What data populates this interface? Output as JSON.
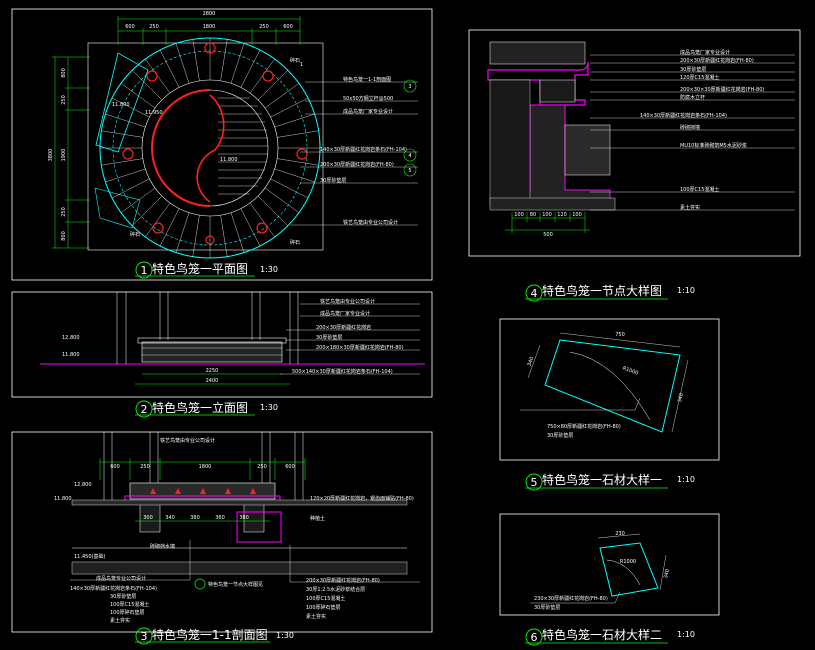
{
  "drawings": [
    {
      "num": "1",
      "title": "特色鸟笼一平面图",
      "scale": "1:30"
    },
    {
      "num": "2",
      "title": "特色鸟笼一立面图",
      "scale": "1:30"
    },
    {
      "num": "3",
      "title": "特色鸟笼一1-1剖面图",
      "scale": "1:30"
    },
    {
      "num": "4",
      "title": "特色鸟笼一节点大样图",
      "scale": "1:10"
    },
    {
      "num": "5",
      "title": "特色鸟笼一石材大样一",
      "scale": "1:10"
    },
    {
      "num": "6",
      "title": "特色鸟笼一石材大样二",
      "scale": "1:10"
    }
  ],
  "plan": {
    "dims_top": [
      "2800",
      "600",
      "250",
      "1800",
      "250",
      "600"
    ],
    "dims_left": [
      "800",
      "250",
      "1900",
      "250",
      "800"
    ],
    "dim_left_total": "3800",
    "labels": [
      "特色鸟笼一1-1剖面图",
      "50x50方钢立杆@500",
      "成品鸟笼厂家专业设计",
      "140×30厚新疆红花岗岩条石(FH-104)",
      "200×30厚新疆红花岗岩(FH-80)",
      "30厚砂垫层",
      "铁艺鸟笼由专业公司设计"
    ],
    "level_1": "11.800",
    "level_2": "11.950",
    "level_3": "11.800",
    "section_mark": "1",
    "pave_1": "碎石",
    "pave_2": "碎石",
    "pave_3": "碎石"
  },
  "elevation": {
    "labels": [
      "铁艺鸟笼由专业公司设计",
      "成品鸟笼厂家专业设计",
      "200×30厚新疆红花岗岩",
      "30厚砂垫层",
      "200×180×30厚新疆红花岗岩(FH-80)",
      "500×140×30厚新疆红花岗岩条石(FH-104)"
    ],
    "level_1": "12.800",
    "level_2": "11.800",
    "dim_1": "2250",
    "dim_2": "2400"
  },
  "section": {
    "dims_top": [
      "600",
      "250",
      "1800",
      "250",
      "600"
    ],
    "labels_right": [
      "120×20厚新疆红花岗岩，锯齿面铺贴(FH-80)",
      "种植土"
    ],
    "labels_bottom_left": [
      "成品鸟笼专业公司设计",
      "140×30厚新疆红花岗岩条石(FH-104)",
      "30厚砂垫层",
      "100厚C15混凝土",
      "100厚碎石垫层",
      "素土夯实"
    ],
    "labels_bottom_right": [
      "200×30厚新疆红花岗岩(FH-80)",
      "30厚1:2.5水泥砂浆结合层",
      "100厚C15混凝土",
      "100厚碎石垫层",
      "素土夯实"
    ],
    "top_label": "铁艺鸟笼由专业公司设计",
    "level_1": "12.800",
    "level_2": "11.800",
    "level_3": "11.450(基础)",
    "mid_label": "砖砌挡水墙",
    "detail_ref": "特色鸟笼一节点大样图见",
    "dims_bottom": [
      "300",
      "340",
      "380",
      "360",
      "380"
    ]
  },
  "node": {
    "labels": [
      "成品鸟笼厂家专业设计",
      "200×30厚新疆红花岗岩(FH-80)",
      "30厚砂垫层",
      "120厚C15混凝土",
      "200×30×30厚新疆红花岗岩(FH-80)",
      "防腐木立杆",
      "140×30厚新疆红花岗岩条石(FH-104)",
      "砖砌挡墙",
      "MU10标准砖砌筑M5水泥砂浆",
      "100厚C15混凝土",
      "素土夯实"
    ],
    "dims_bottom": [
      "100",
      "80",
      "100",
      "120",
      "100"
    ],
    "dim_total": "500"
  },
  "stone1": {
    "dims": [
      "750",
      "340",
      "340"
    ],
    "arc_label": "R1000",
    "labels": [
      "750×80厚新疆红花岗岩(FH-80)",
      "30厚砂垫层"
    ]
  },
  "stone2": {
    "dims": [
      "230",
      "340"
    ],
    "arc_label": "R1000",
    "labels": [
      "230×30厚新疆红花岗岩(FH-80)",
      "30厚砂垫层"
    ]
  }
}
